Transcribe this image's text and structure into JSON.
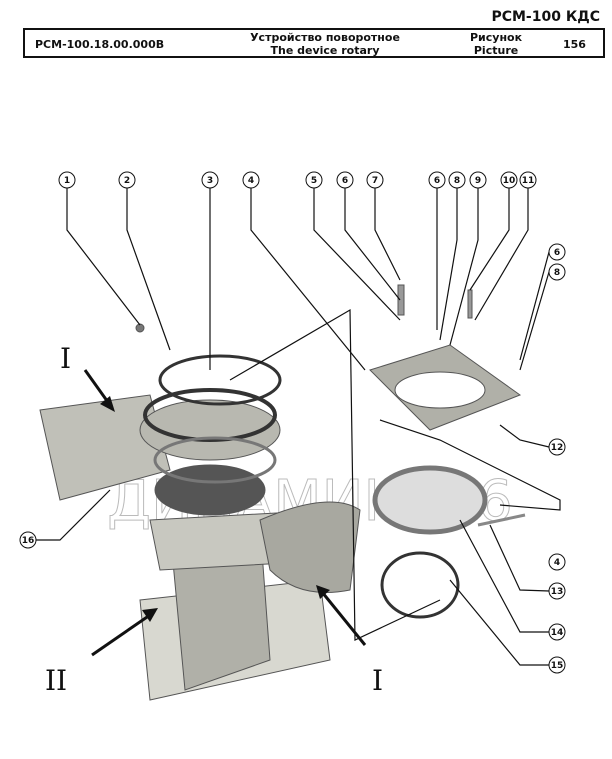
{
  "header": {
    "brand": "РСМ-100 КДС",
    "code": "РСМ-100.18.00.000В",
    "title_ru": "Устройство поворотное",
    "title_en": "The device rotary",
    "picture_ru": "Рисунок",
    "picture_en": "Picture",
    "picture_number": "156"
  },
  "diagram": {
    "watermark": "ДИНАМИКА76",
    "callouts_top": [
      "1",
      "2",
      "3",
      "4",
      "5",
      "6",
      "7",
      "6",
      "8",
      "9",
      "10",
      "11"
    ],
    "callouts_right": [
      "6",
      "8",
      "12",
      "4",
      "13",
      "14",
      "15"
    ],
    "callout_left": "16",
    "view_labels": [
      "I",
      "II",
      "I"
    ]
  }
}
